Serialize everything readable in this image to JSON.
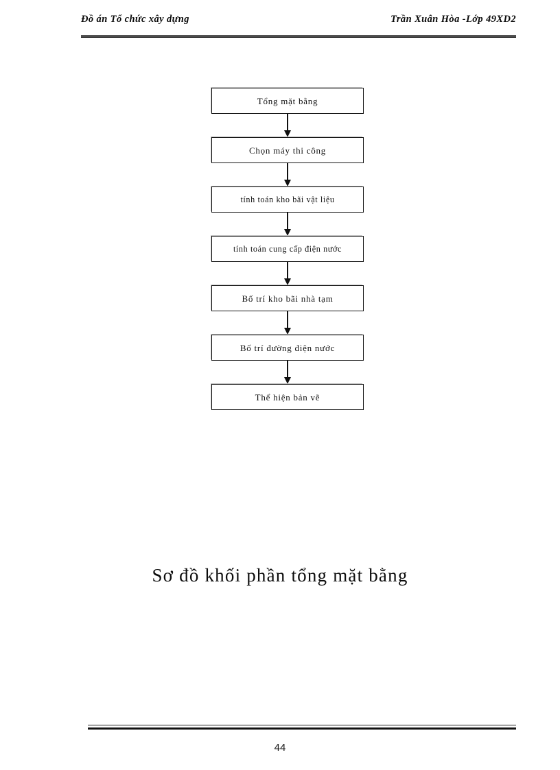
{
  "header": {
    "left_text": "Đồ án Tổ chức xây dựng",
    "right_text": "Trần Xuân Hòa -Lớp 49XD2"
  },
  "flowchart": {
    "nodes": [
      {
        "label": "Tổng mặt bằng"
      },
      {
        "label": "Chọn máy thi công"
      },
      {
        "label": "tính toán kho bãi vật liệu"
      },
      {
        "label": "tính toán cung cấp điện nước"
      },
      {
        "label": "Bố trí kho bãi nhà tạm"
      },
      {
        "label": "Bố trí đường điện nước"
      },
      {
        "label": "Thể hiện bản vẽ"
      }
    ],
    "connector_icon": "down-arrow-icon"
  },
  "caption": {
    "text": "Sơ đồ khối phần tổng mặt bằng"
  },
  "footer": {
    "page_number": "44"
  },
  "colors": {
    "text": "#111111",
    "rule": "#0b0b0b",
    "box_border": "#121212",
    "box_shadow": "#b9b9b9",
    "background": "#ffffff"
  }
}
